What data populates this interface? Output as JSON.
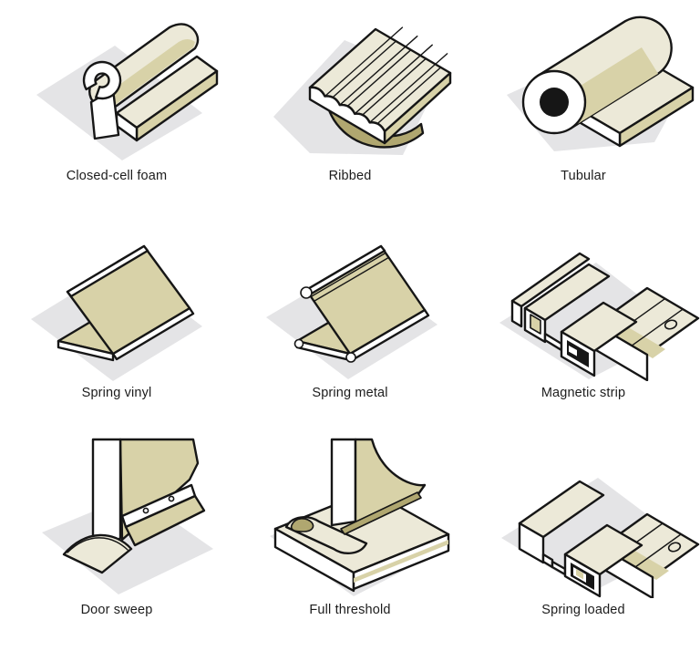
{
  "page": {
    "background": "#ffffff",
    "kind": "weatherstripping-types-diagram"
  },
  "palette": {
    "outline": "#161616",
    "cream": "#ece9d8",
    "tan": "#d8d2a8",
    "olive": "#b0a770",
    "shadow_gray": "#e4e4e6",
    "white": "#ffffff",
    "black_fill": "#161616",
    "label_color": "#1c1c1c"
  },
  "grid": {
    "columns": 3,
    "rows": 3
  },
  "items": [
    {
      "label": "Closed-cell foam",
      "icon": "closed-cell-foam-illustration"
    },
    {
      "label": "Ribbed",
      "icon": "ribbed-illustration"
    },
    {
      "label": "Tubular",
      "icon": "tubular-illustration"
    },
    {
      "label": "Spring vinyl",
      "icon": "spring-vinyl-illustration"
    },
    {
      "label": "Spring metal",
      "icon": "spring-metal-illustration"
    },
    {
      "label": "Magnetic strip",
      "icon": "magnetic-strip-illustration"
    },
    {
      "label": "Door sweep",
      "icon": "door-sweep-illustration"
    },
    {
      "label": "Full threshold",
      "icon": "full-threshold-illustration"
    },
    {
      "label": "Spring loaded",
      "icon": "spring-loaded-illustration"
    }
  ]
}
